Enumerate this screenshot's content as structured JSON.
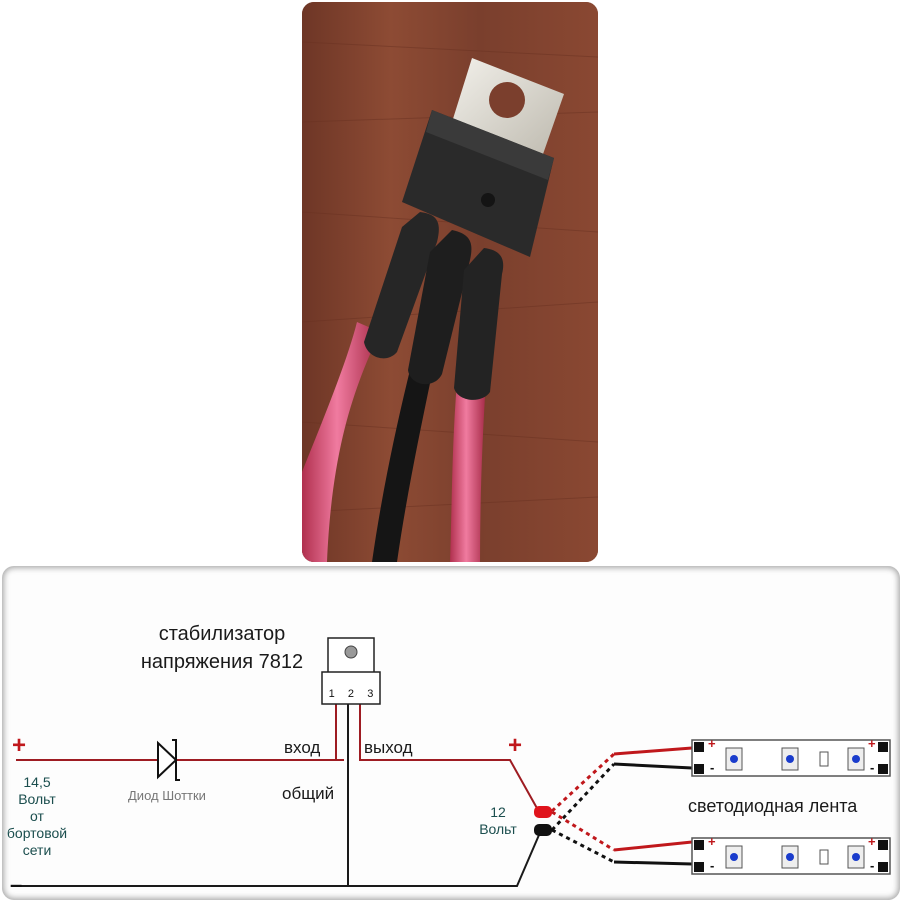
{
  "photo": {
    "subject": "voltage-regulator-photo"
  },
  "diagram": {
    "title_line1": "стабилизатор",
    "title_line2": "напряжения 7812",
    "pins": [
      "1",
      "2",
      "3"
    ],
    "input_label": "вход",
    "output_label": "выход",
    "common_label": "общий",
    "diode_label": "Диод Шоттки",
    "source_plus": "+",
    "source_minus": "–",
    "source_voltage": [
      "14,5",
      "Вольт",
      "от",
      "бортовой",
      "сети"
    ],
    "output_plus": "+",
    "output_voltage": [
      "12",
      "Вольт"
    ],
    "strip_label": "светодиодная лента",
    "strip_plus": "+",
    "strip_minus": "-",
    "colors": {
      "positive_wire": "#9e1c22",
      "negative_wire": "#1a1a1a",
      "led": "#1a3ccc"
    }
  }
}
